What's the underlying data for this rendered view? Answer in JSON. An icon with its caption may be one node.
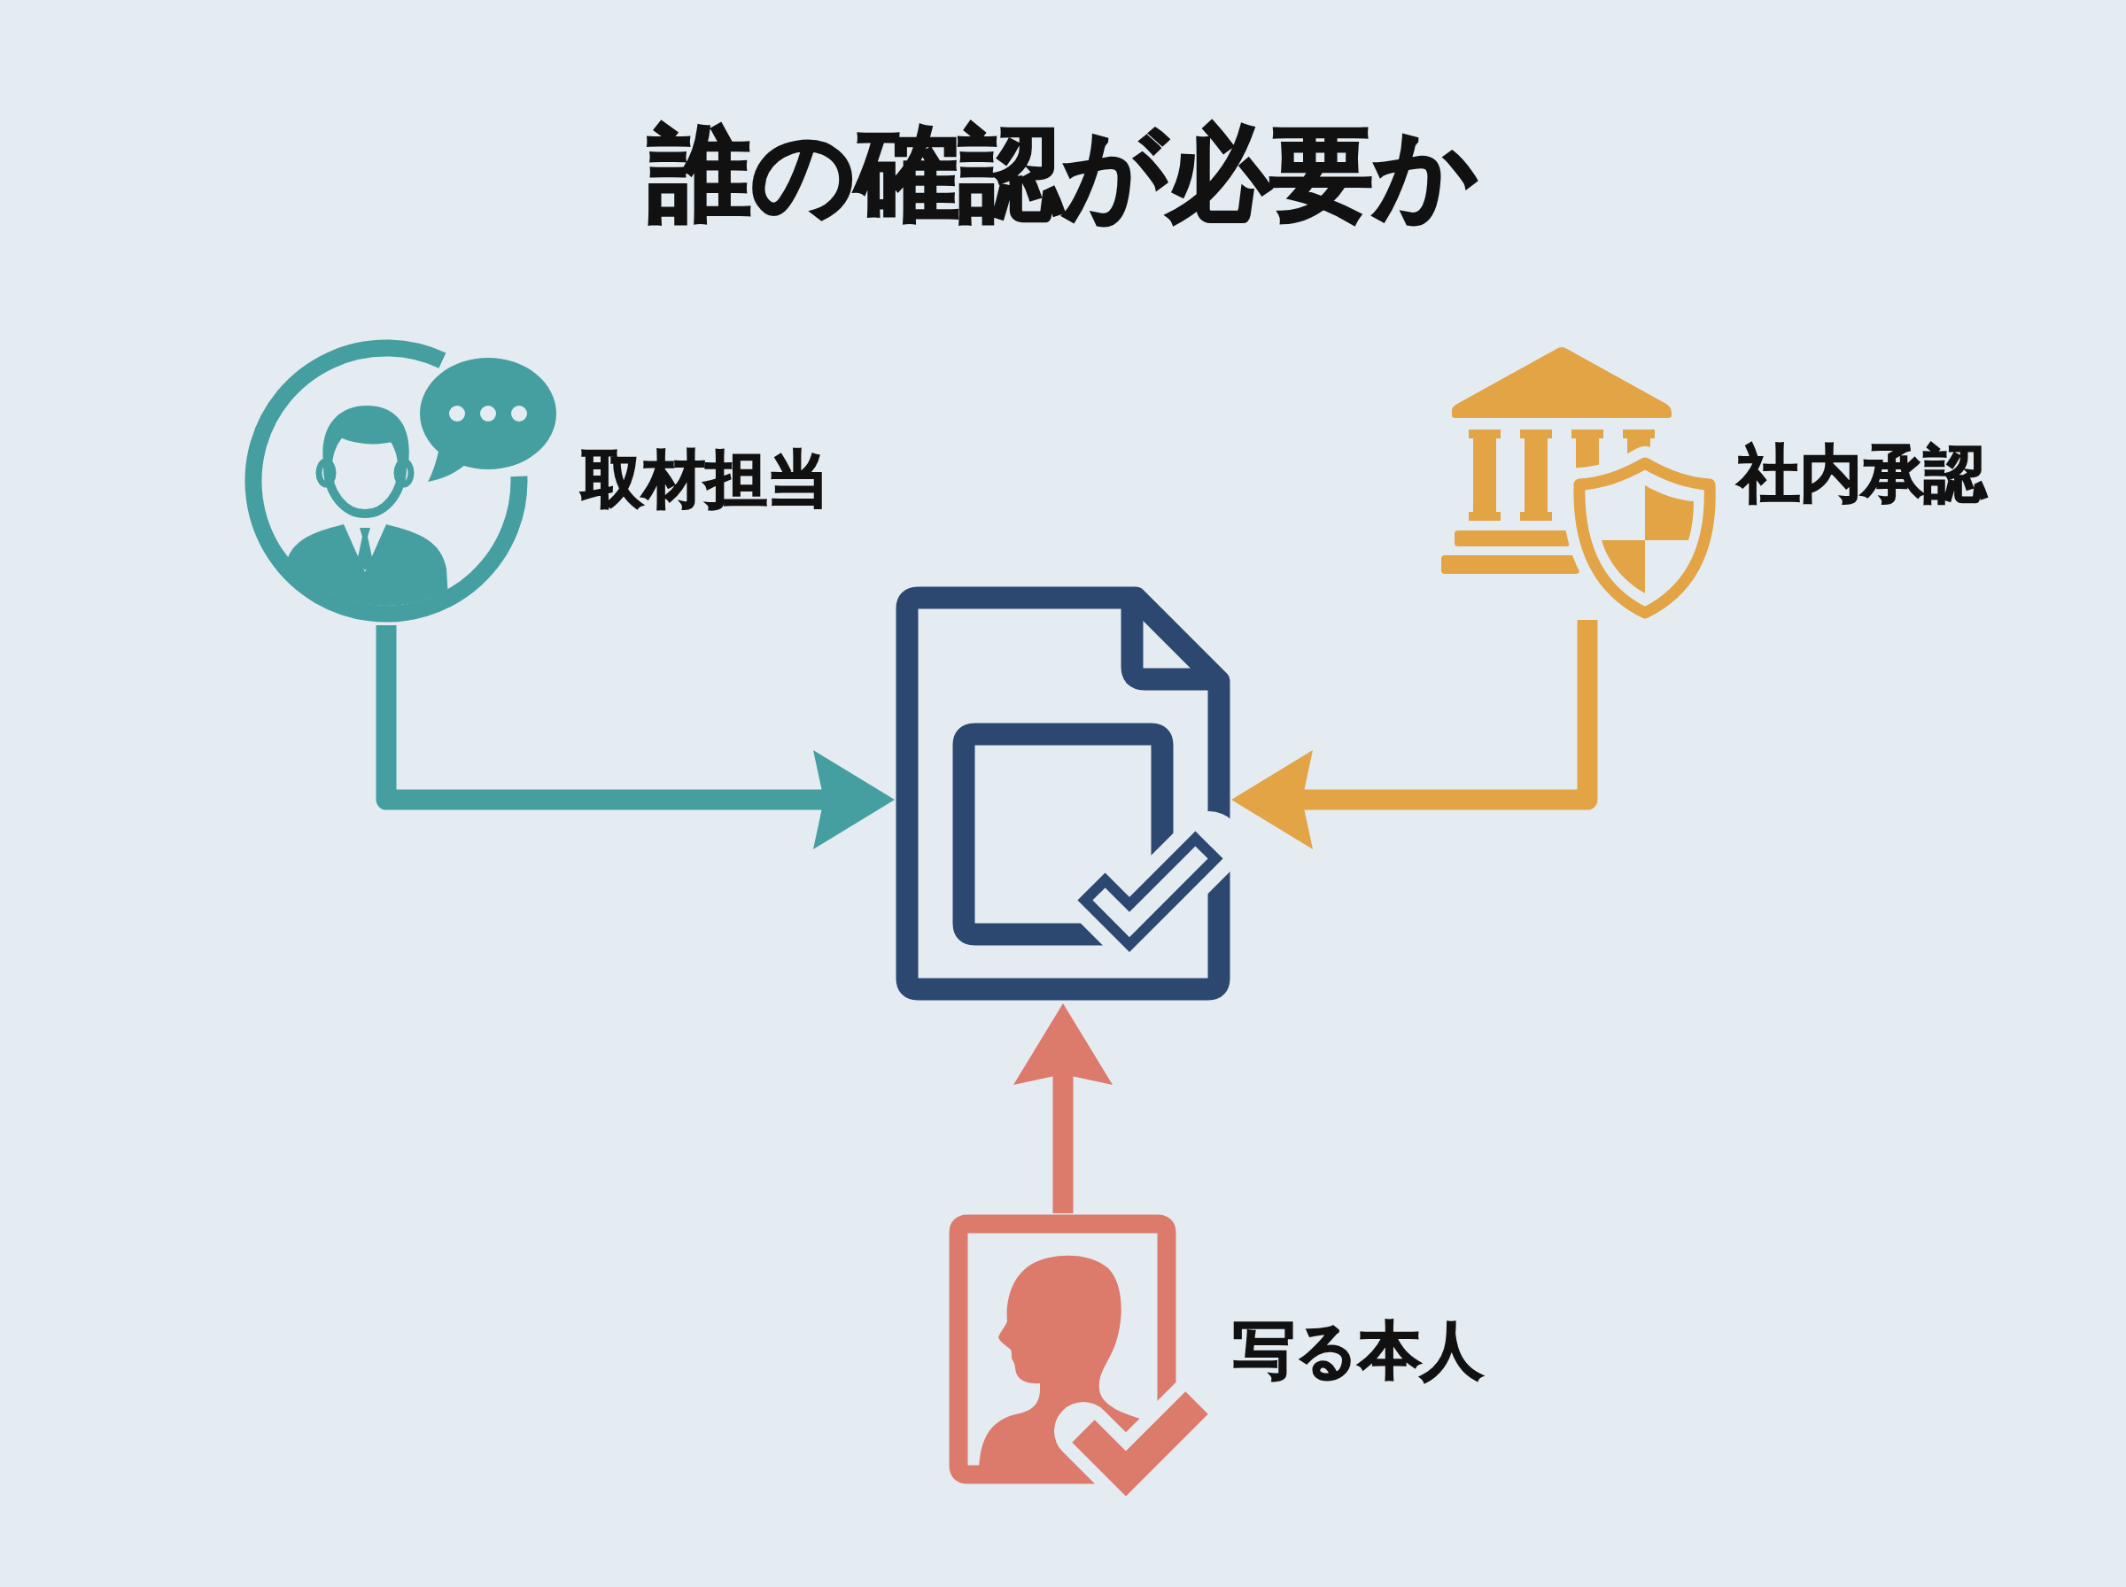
{
  "diagram": {
    "title": "誰の確認が必要か",
    "nodes": [
      {
        "text": [],
        "shape": "picture",
        "beside": [
          "取材担当"
        ]
      },
      {
        "text": [],
        "shape": "picture",
        "beside": [
          "社内承認"
        ]
      },
      {
        "text": [],
        "shape": "picture"
      },
      {
        "text": [],
        "shape": "picture",
        "beside": [
          "写る本人"
        ]
      }
    ],
    "edges": [
      {
        "from": 0,
        "to": 2,
        "arrow": "to",
        "color": "#459fa0"
      },
      {
        "from": 1,
        "to": 2,
        "arrow": "to",
        "color": "#e3a446"
      },
      {
        "from": 3,
        "to": 2,
        "arrow": "to",
        "color": "#dc7a6c"
      }
    ]
  }
}
